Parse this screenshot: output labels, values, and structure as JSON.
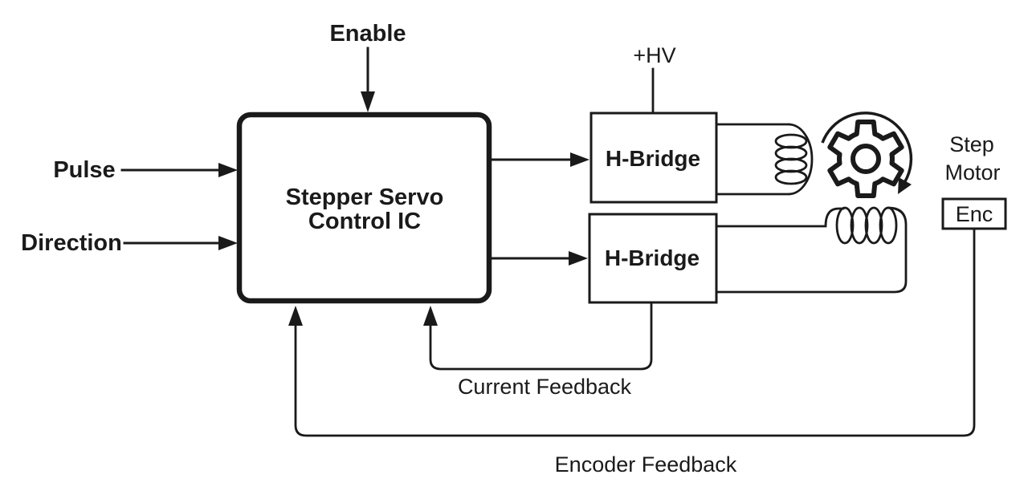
{
  "colors": {
    "ink": "#1a1a1a",
    "background": "#ffffff"
  },
  "signals": {
    "enable": "Enable",
    "pulse": "Pulse",
    "direction": "Direction",
    "hv": "+HV",
    "current_feedback": "Current Feedback",
    "encoder_feedback": "Encoder Feedback"
  },
  "blocks": {
    "controller": {
      "label_line1": "Stepper Servo",
      "label_line2": "Control IC"
    },
    "h_bridge_a": {
      "label": "H-Bridge"
    },
    "h_bridge_b": {
      "label": "H-Bridge"
    },
    "motor": {
      "label_line1": "Step",
      "label_line2": "Motor"
    },
    "encoder": {
      "label": "Enc"
    }
  }
}
